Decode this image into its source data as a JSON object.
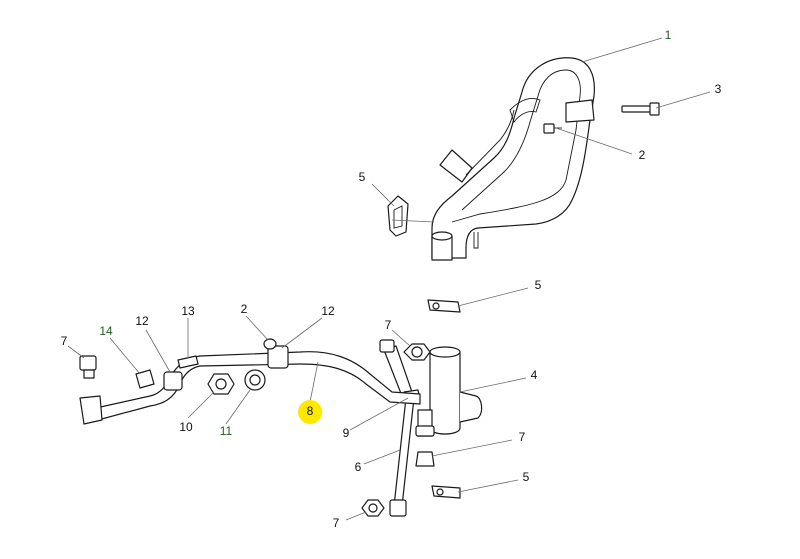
{
  "callouts": {
    "c1": "1",
    "c2_top": "2",
    "c3": "3",
    "c5_upper": "5",
    "c5_mid": "5",
    "c4": "4",
    "c7_mid": "7",
    "c7_right": "7",
    "c5_low": "5",
    "c7_bottom": "7",
    "c6": "6",
    "c9": "9",
    "c8": "8",
    "c7_left": "7",
    "c14": "14",
    "c12_left": "12",
    "c13": "13",
    "c2_left": "2",
    "c12_right": "12",
    "c10": "10",
    "c11": "11"
  },
  "highlighted_part": "8",
  "colors": {
    "highlight": "#ffe800",
    "line": "#1a1a1a",
    "leader": "#6a6a6a",
    "callout_green": "#1f5c1f"
  }
}
